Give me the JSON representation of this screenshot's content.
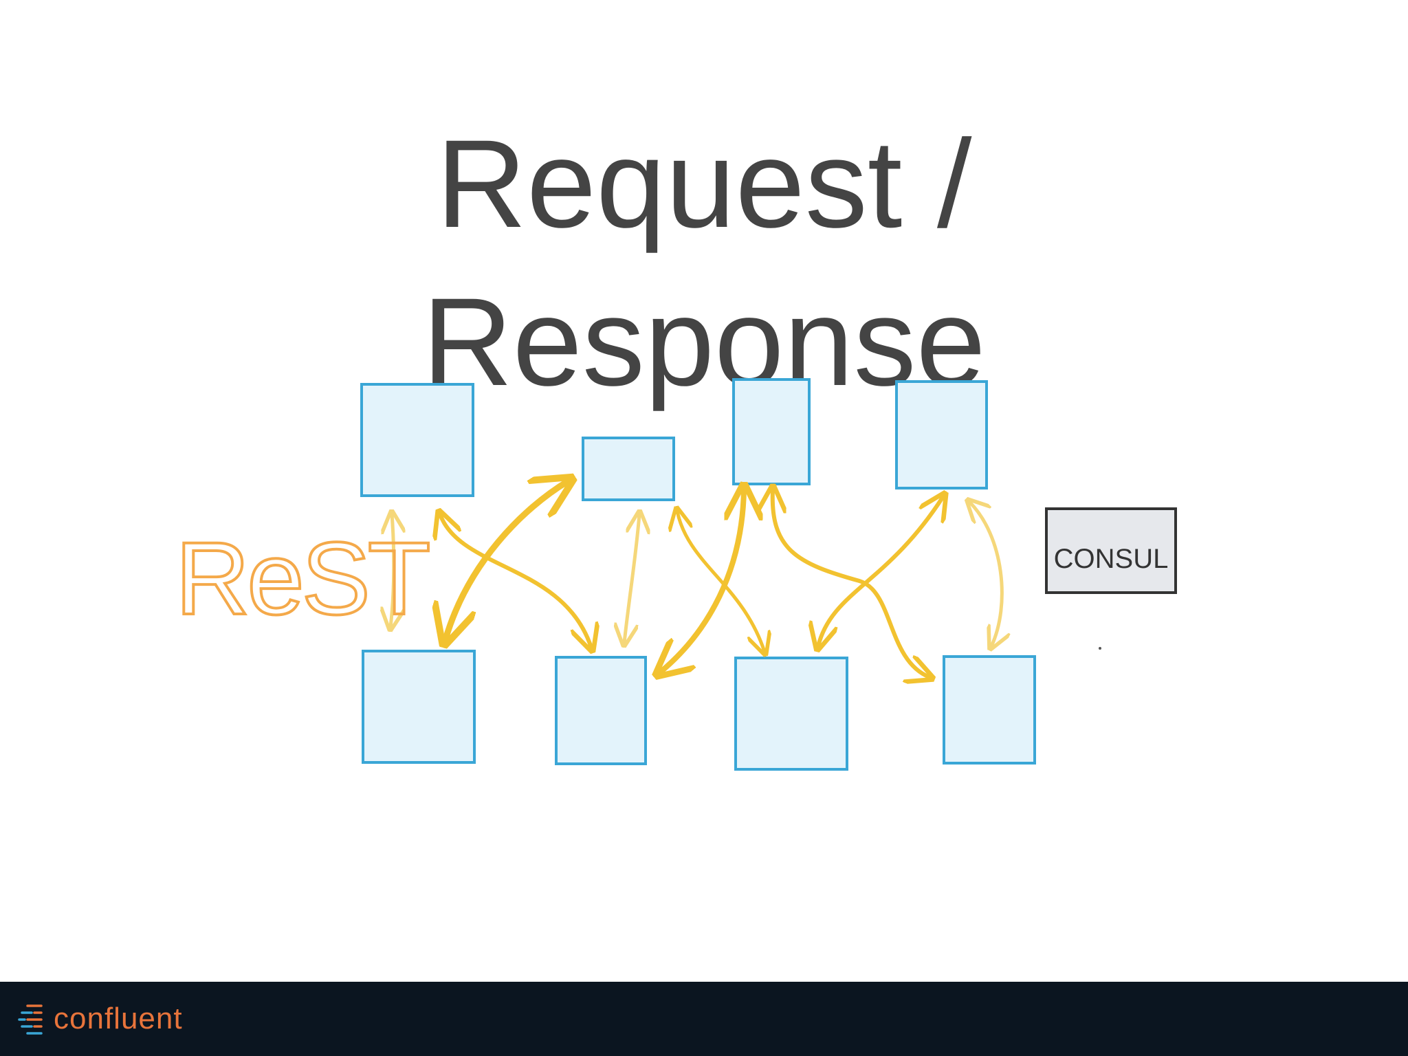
{
  "title": {
    "line1": "Request /",
    "line2": "Response"
  },
  "diagram": {
    "label_rest": "ReST",
    "label_consul": "CONSUL",
    "colors": {
      "service_fill": "#e3f3fb",
      "service_stroke": "#3aa6d6",
      "arrow": "#f2c230",
      "arrow_light": "#f5d77a",
      "rest_label": "#f4a94a",
      "consul_fill": "#e6e8ec",
      "consul_stroke": "#333333"
    }
  },
  "footer": {
    "logo_text": "confluent",
    "logo_color": "#e8743b",
    "background": "#0b1520"
  }
}
